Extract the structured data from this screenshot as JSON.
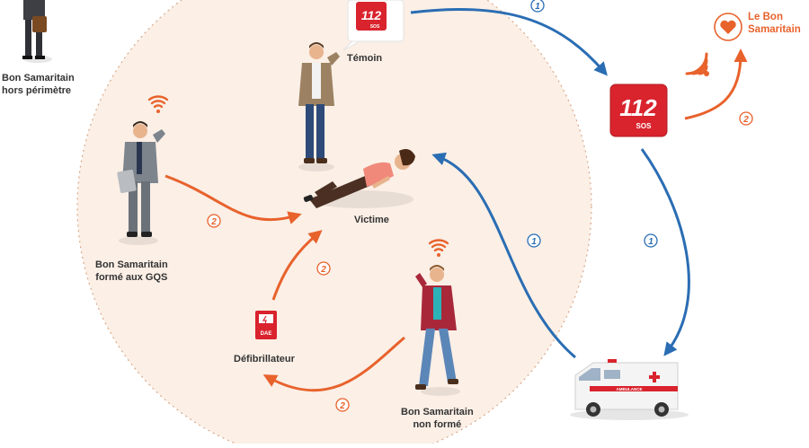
{
  "labels": {
    "temoin": "Témoin",
    "victime": "Victime",
    "defibrillateur": "Défibrillateur",
    "bs_hors_1": "Bon Samaritain",
    "bs_hors_2": "hors périmètre",
    "bs_forme_1": "Bon Samaritain",
    "bs_forme_2": "formé aux GQS",
    "bs_non_1": "Bon Samaritain",
    "bs_non_2": "non formé"
  },
  "brand": {
    "line1": "Le Bon",
    "line2": "Samaritain"
  },
  "badges": {
    "emergency_number": "112",
    "emergency_sub": "SOS",
    "aed": "DAE"
  },
  "steps": {
    "one": "1",
    "two": "2"
  },
  "ambulance_text": "AMBULANCE",
  "colors": {
    "blue_arrow": "#2a6db3",
    "orange_arrow": "#e8622c",
    "circle_fill": "#fbefe6",
    "circle_border": "#d9a98a",
    "red_badge": "#d9232d",
    "brand_orange": "#e8622c",
    "text": "#333333"
  }
}
